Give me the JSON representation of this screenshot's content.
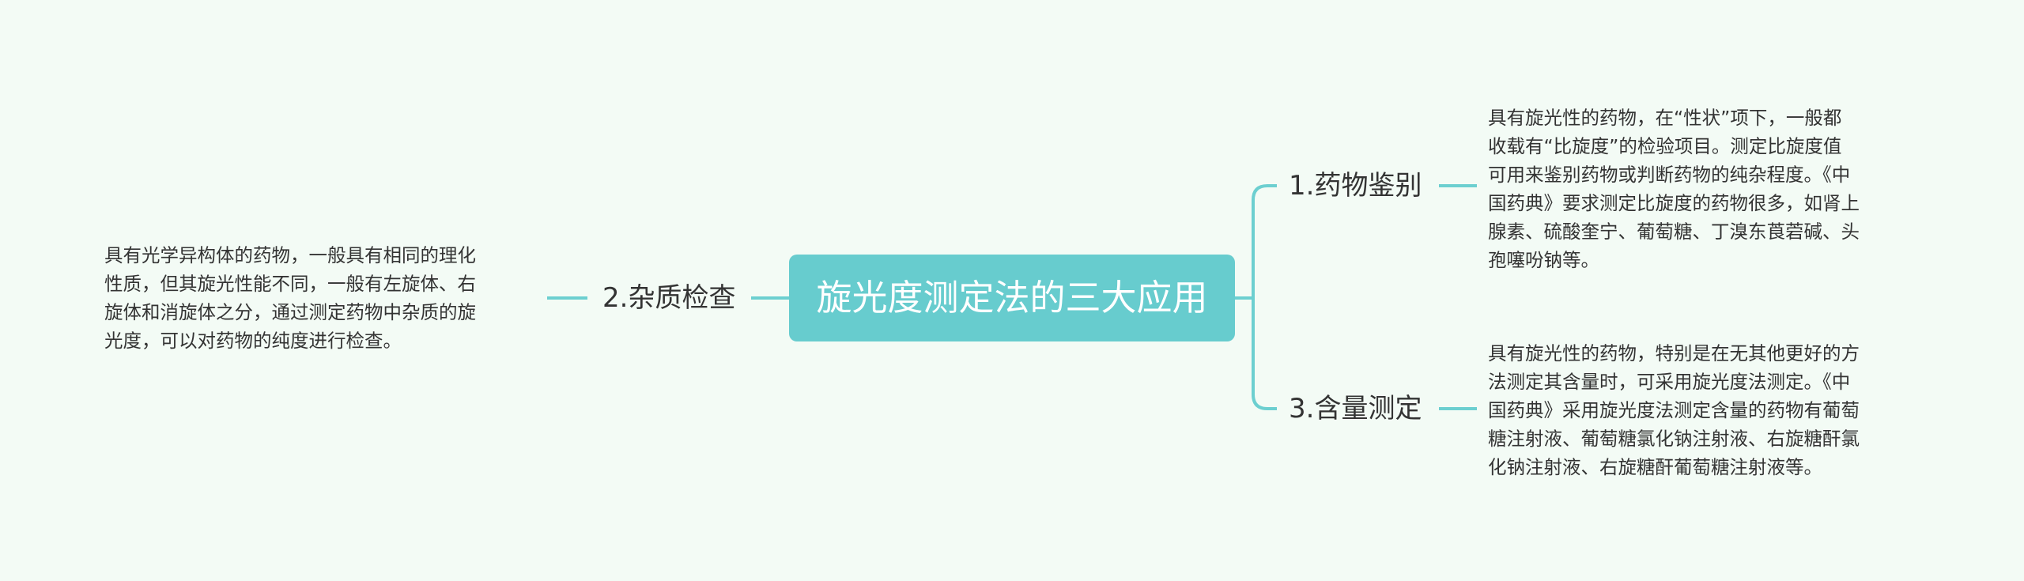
{
  "root": {
    "title": "旋光度测定法的三大应用"
  },
  "branches": [
    {
      "label": "1.药物鉴别",
      "detail_lines": [
        "具有旋光性的药物，在“性状”项下，一般都",
        "收载有“比旋度”的检验项目。测定比旋度值",
        "可用来鉴别药物或判断药物的纯杂程度。《中",
        "国药典》要求测定比旋度的药物很多，如肾上",
        "腺素、硫酸奎宁、葡萄糖、丁溴东莨菪碱、头",
        "孢噻吩钠等。"
      ]
    },
    {
      "label": "2.杂质检查",
      "detail_lines": [
        "具有光学异构体的药物，一般具有相同的理化",
        "性质，但其旋光性能不同，一般有左旋体、右",
        "旋体和消旋体之分，通过测定药物中杂质的旋",
        "光度，可以对药物的纯度进行检查。"
      ]
    },
    {
      "label": "3.含量测定",
      "detail_lines": [
        "具有旋光性的药物，特别是在无其他更好的方",
        "法测定其含量时，可采用旋光度法测定。《中",
        "国药典》采用旋光度法测定含量的药物有葡萄",
        "糖注射液、葡萄糖氯化钠注射液、右旋糖酐氯",
        "化钠注射液、右旋糖酐葡萄糖注射液等。"
      ]
    }
  ],
  "colors": {
    "background": "#f3fbf5",
    "root_fill": "#67ccce",
    "connector": "#6ccfd0",
    "text": "#333333"
  }
}
